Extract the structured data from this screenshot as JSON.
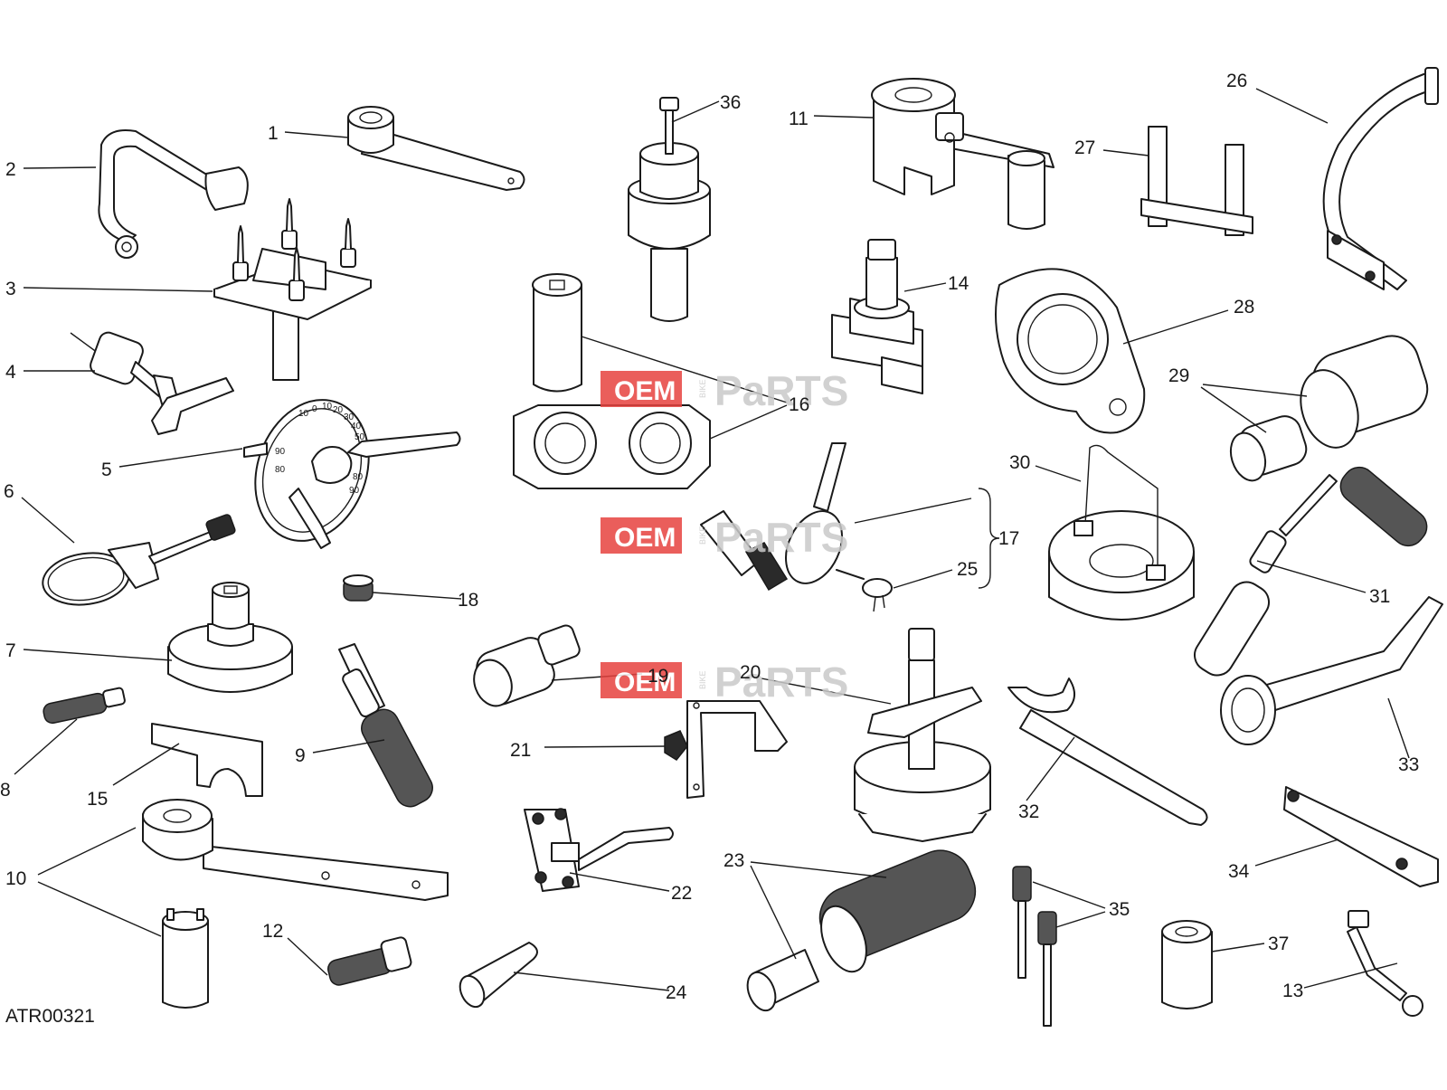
{
  "diagram": {
    "drawing_code": "ATR00321",
    "watermark": {
      "left": "OEM",
      "bike": "BIKE",
      "right": "PaRTS"
    },
    "part_labels": [
      "1",
      "2",
      "3",
      "4",
      "5",
      "6",
      "7",
      "8",
      "9",
      "10",
      "11",
      "12",
      "13",
      "14",
      "15",
      "16",
      "17",
      "18",
      "19",
      "20",
      "21",
      "22",
      "23",
      "24",
      "25",
      "26",
      "27",
      "28",
      "29",
      "30",
      "31",
      "32",
      "33",
      "34",
      "35",
      "36",
      "37"
    ],
    "dial_numbers": [
      "10",
      "0",
      "10",
      "20",
      "30",
      "40",
      "50",
      "90",
      "80",
      "80",
      "90"
    ],
    "colors": {
      "line": "#1a1a1a",
      "watermark_red": "#e7423f",
      "watermark_grey": "#c9c9c9"
    }
  }
}
